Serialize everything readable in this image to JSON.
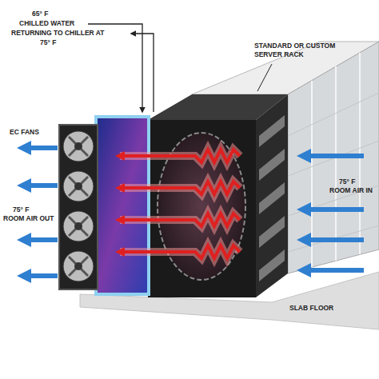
{
  "diagram": {
    "labels": [
      "65° F",
      "CHILLED WATER",
      "RETURNING TO CHILLER AT",
      "75° F",
      "EC FANS",
      "75° F",
      "ROOM AIR OUT",
      "STANDARD OR CUSTOM SERVER RACK",
      "75° F",
      "ROOM AIR IN",
      "SLAB FLOOR"
    ]
  }
}
